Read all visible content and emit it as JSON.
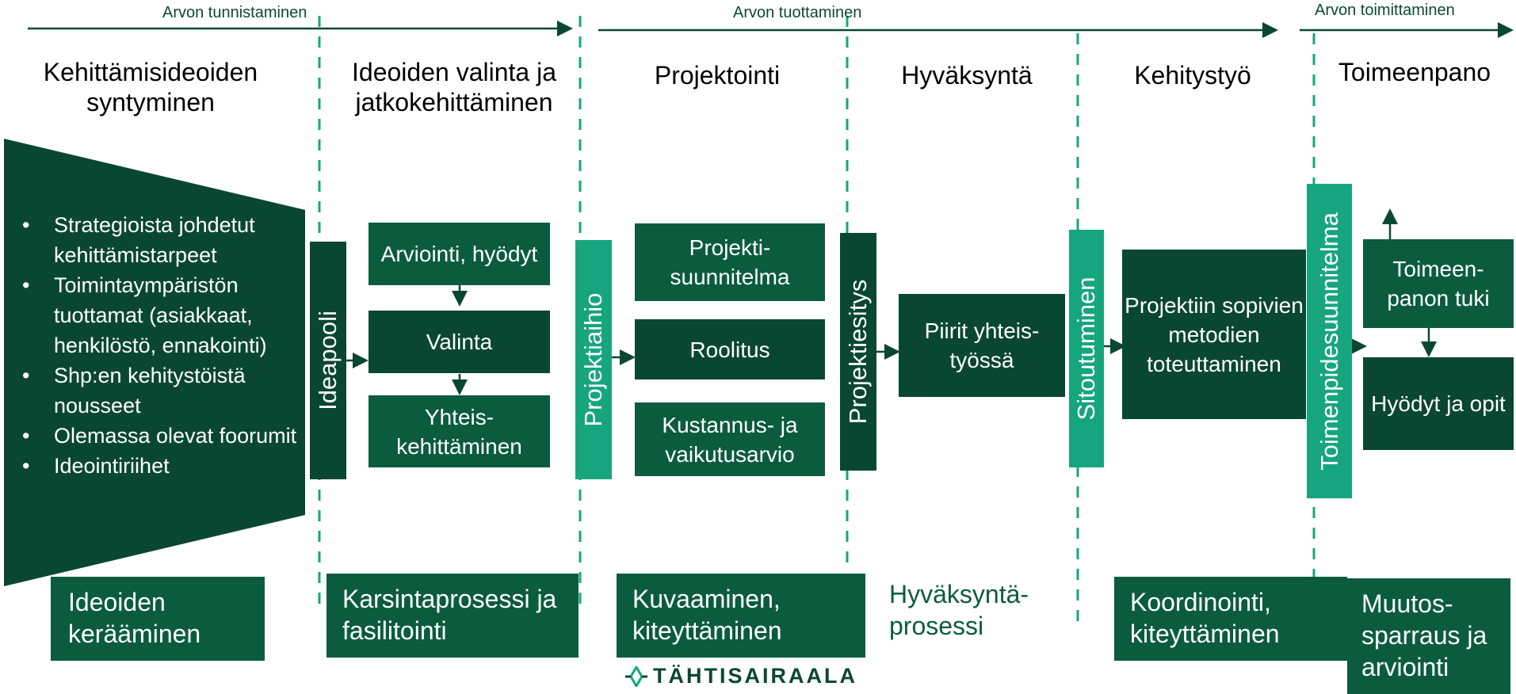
{
  "phases": {
    "identification": "Arvon tunnistaminen",
    "production": "Arvon tuottaminen",
    "delivery": "Arvon toimittaminen"
  },
  "stages": {
    "ideas_birth": "Kehittämisideoiden syntyminen",
    "selection": "Ideoiden valinta ja jatkokehittäminen",
    "projecting": "Projektointi",
    "approval": "Hyväksyntä",
    "development": "Kehitystyö",
    "implementation": "Toimeenpano"
  },
  "sources": [
    "Strategioista johdetut kehittämistarpeet",
    "Toimintaympäristön tuottamat (asiakkaat, henkilöstö, ennakointi)",
    "Shp:en kehitystöistä nousseet",
    "Olemassa olevat foorumit",
    "Ideointiriihet"
  ],
  "gates": {
    "ideapooli": "Ideapooli",
    "projektiaihio": "Projektiaihio",
    "projektiesitys": "Projektiesitys",
    "sitoutuminen": "Sitoutuminen",
    "toimenpidesuunnitelma": "Toimenpidesuunnitelma"
  },
  "boxes": {
    "arviointi": "Arviointi, hyödyt",
    "valinta": "Valinta",
    "yhteiskehittaminen": "Yhteis-kehittäminen",
    "projektisuunnitelma": "Projekti-suunnitelma",
    "roolitus": "Roolitus",
    "kustannus": "Kustannus- ja vaikutusarvio",
    "piirit": "Piirit yhteis-työssä",
    "projektiin": "Projektiin sopivien metodien toteuttaminen",
    "toimeenpanon_tuki": "Toimeen-panon tuki",
    "hyodyt": "Hyödyt ja opit"
  },
  "bottom": {
    "kerääminen": "Ideoiden kerääminen",
    "karsinta": "Karsintaprosessi ja fasilitointi",
    "kuvaaminen": "Kuvaaminen, kiteyttäminen",
    "hyvaksynta": "Hyväksyntä-prosessi",
    "koordinointi": "Koordinointi, kiteyttäminen",
    "muutos": "Muutos-sparraus ja arviointi"
  },
  "logo": {
    "text": "TÄHTISAIRAALA"
  },
  "colors": {
    "dark": "#0a4732",
    "mid": "#0b5c3f",
    "light": "#17a57f"
  }
}
